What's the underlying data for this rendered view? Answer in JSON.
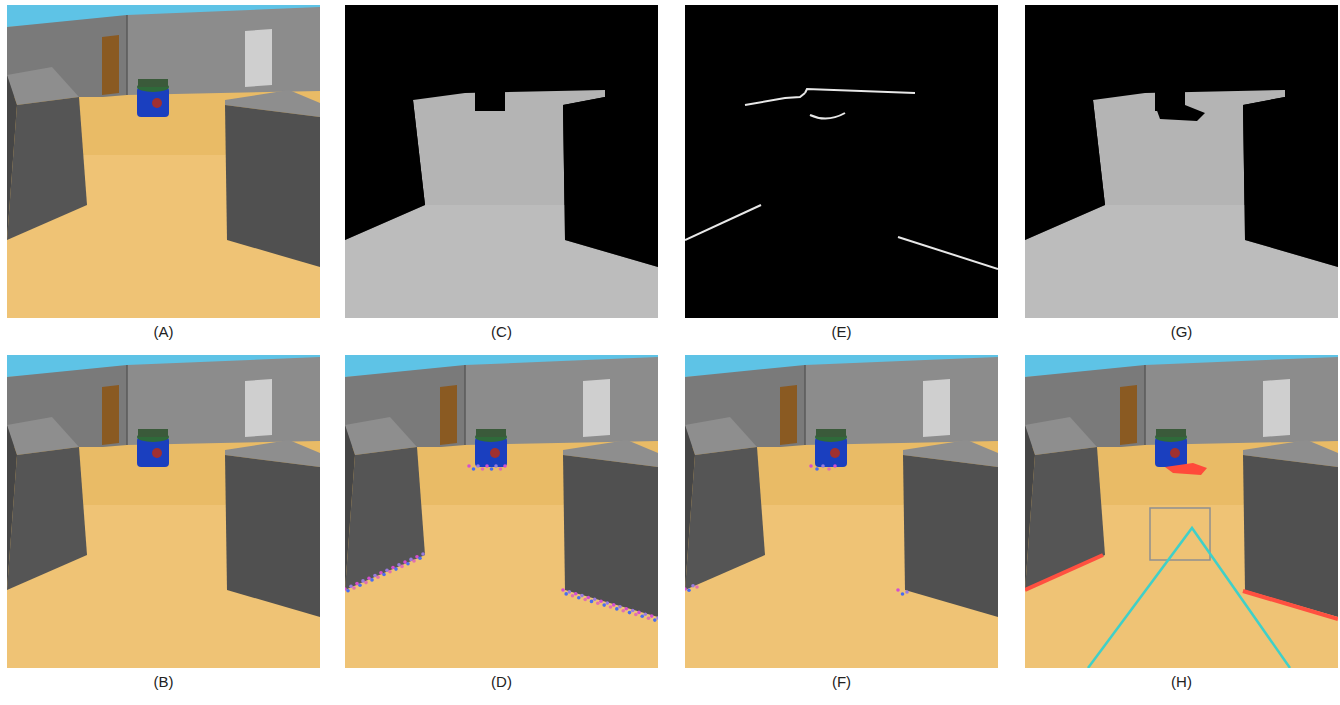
{
  "diagram": {
    "labels": [
      "(A)",
      "(C)",
      "(E)",
      "(G)",
      "(B)",
      "(D)",
      "(F)",
      "(H)"
    ]
  }
}
